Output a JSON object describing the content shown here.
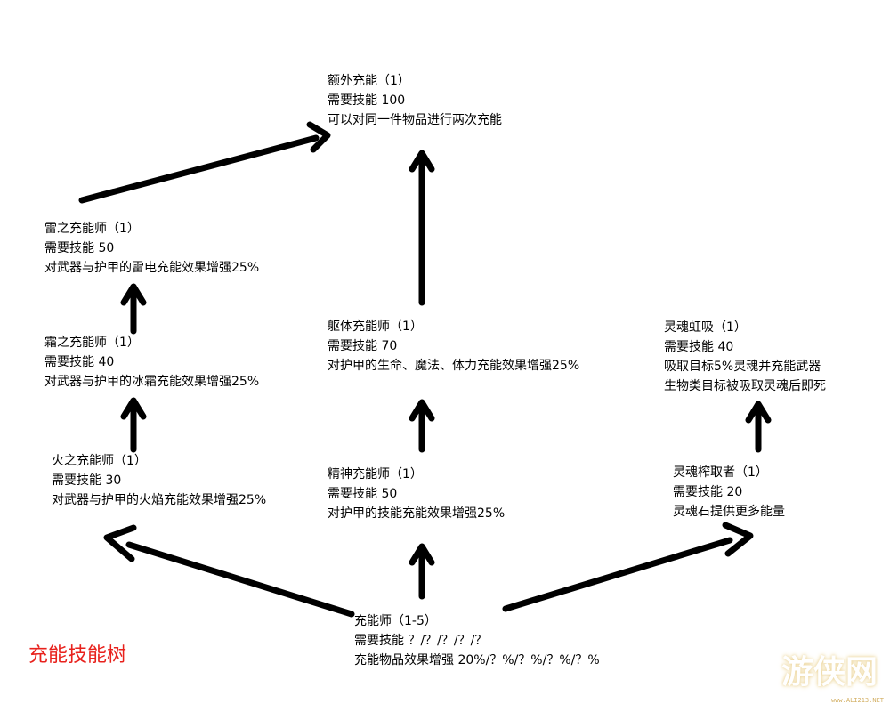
{
  "colors": {
    "text": "#000000",
    "arrow": "#000000",
    "caption": "#e8211c",
    "background": "#ffffff"
  },
  "caption": "充能技能树",
  "watermark": {
    "logo_text": "游侠网",
    "url": "www.ALI213.NET"
  },
  "nodes": {
    "extra_charge": {
      "name": "额外充能（1）",
      "req": "需要技能 100",
      "desc": "可以对同一件物品进行两次充能"
    },
    "thunder": {
      "name": "雷之充能师（1）",
      "req": "需要技能 50",
      "desc": "对武器与护甲的雷电充能效果增强25%"
    },
    "frost": {
      "name": "霜之充能师（1）",
      "req": "需要技能 40",
      "desc": "对武器与护甲的冰霜充能效果增强25%"
    },
    "fire": {
      "name": "火之充能师（1）",
      "req": "需要技能 30",
      "desc": "对武器与护甲的火焰充能效果增强25%"
    },
    "body": {
      "name": "躯体充能师（1）",
      "req": "需要技能 70",
      "desc": "对护甲的生命、魔法、体力充能效果增强25%"
    },
    "spirit": {
      "name": "精神充能师（1）",
      "req": "需要技能 50",
      "desc": "对护甲的技能充能效果增强25%"
    },
    "soul_siphon": {
      "name": "灵魂虹吸（1）",
      "req": "需要技能 40",
      "desc": "吸取目标5%灵魂并充能武器",
      "desc2": "生物类目标被吸取灵魂后即死"
    },
    "soul_squeezer": {
      "name": "灵魂榨取者（1）",
      "req": "需要技能 20",
      "desc": "灵魂石提供更多能量"
    },
    "enchanter": {
      "name": "充能师（1-5）",
      "req": "需要技能 ？/？/？/？/？",
      "desc": "充能物品效果增强 20%/？%/？%/？%/？%"
    }
  }
}
